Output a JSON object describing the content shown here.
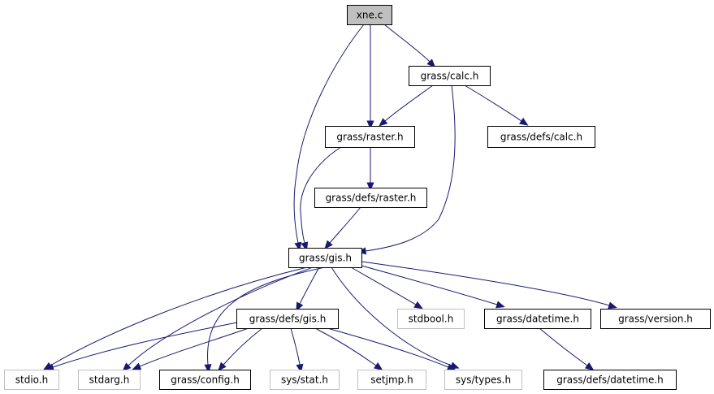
{
  "colors": {
    "edge": "#191970",
    "node_border": "#000000",
    "system_node_border": "#bfbfbf",
    "root_fill": "#bfbfbf",
    "node_fill": "#ffffff"
  },
  "nodes": [
    {
      "id": "xne_c",
      "label": "xne.c",
      "kind": "root"
    },
    {
      "id": "grass_calc_h",
      "label": "grass/calc.h",
      "kind": "header"
    },
    {
      "id": "grass_raster_h",
      "label": "grass/raster.h",
      "kind": "header"
    },
    {
      "id": "grass_defs_calc_h",
      "label": "grass/defs/calc.h",
      "kind": "header"
    },
    {
      "id": "grass_defs_raster_h",
      "label": "grass/defs/raster.h",
      "kind": "header"
    },
    {
      "id": "grass_gis_h",
      "label": "grass/gis.h",
      "kind": "header"
    },
    {
      "id": "grass_defs_gis_h",
      "label": "grass/defs/gis.h",
      "kind": "header"
    },
    {
      "id": "stdbool_h",
      "label": "stdbool.h",
      "kind": "system"
    },
    {
      "id": "grass_datetime_h",
      "label": "grass/datetime.h",
      "kind": "header"
    },
    {
      "id": "grass_version_h",
      "label": "grass/version.h",
      "kind": "header"
    },
    {
      "id": "stdio_h",
      "label": "stdio.h",
      "kind": "system"
    },
    {
      "id": "stdarg_h",
      "label": "stdarg.h",
      "kind": "system"
    },
    {
      "id": "grass_config_h",
      "label": "grass/config.h",
      "kind": "header"
    },
    {
      "id": "sys_stat_h",
      "label": "sys/stat.h",
      "kind": "system"
    },
    {
      "id": "setjmp_h",
      "label": "setjmp.h",
      "kind": "system"
    },
    {
      "id": "sys_types_h",
      "label": "sys/types.h",
      "kind": "system"
    },
    {
      "id": "grass_defs_datetime_h",
      "label": "grass/defs/datetime.h",
      "kind": "header"
    }
  ],
  "edges": [
    {
      "from": "xne_c",
      "to": "grass_calc_h"
    },
    {
      "from": "xne_c",
      "to": "grass_raster_h"
    },
    {
      "from": "xne_c",
      "to": "grass_gis_h"
    },
    {
      "from": "grass_calc_h",
      "to": "grass_raster_h"
    },
    {
      "from": "grass_calc_h",
      "to": "grass_defs_calc_h"
    },
    {
      "from": "grass_calc_h",
      "to": "grass_gis_h"
    },
    {
      "from": "grass_raster_h",
      "to": "grass_defs_raster_h"
    },
    {
      "from": "grass_raster_h",
      "to": "grass_gis_h"
    },
    {
      "from": "grass_defs_raster_h",
      "to": "grass_gis_h"
    },
    {
      "from": "grass_gis_h",
      "to": "grass_defs_gis_h"
    },
    {
      "from": "grass_gis_h",
      "to": "stdbool_h"
    },
    {
      "from": "grass_gis_h",
      "to": "grass_datetime_h"
    },
    {
      "from": "grass_gis_h",
      "to": "grass_version_h"
    },
    {
      "from": "grass_gis_h",
      "to": "stdio_h"
    },
    {
      "from": "grass_gis_h",
      "to": "stdarg_h"
    },
    {
      "from": "grass_gis_h",
      "to": "grass_config_h"
    },
    {
      "from": "grass_gis_h",
      "to": "sys_types_h"
    },
    {
      "from": "grass_defs_gis_h",
      "to": "stdio_h"
    },
    {
      "from": "grass_defs_gis_h",
      "to": "stdarg_h"
    },
    {
      "from": "grass_defs_gis_h",
      "to": "grass_config_h"
    },
    {
      "from": "grass_defs_gis_h",
      "to": "sys_stat_h"
    },
    {
      "from": "grass_defs_gis_h",
      "to": "setjmp_h"
    },
    {
      "from": "grass_defs_gis_h",
      "to": "sys_types_h"
    },
    {
      "from": "grass_datetime_h",
      "to": "grass_defs_datetime_h"
    }
  ]
}
